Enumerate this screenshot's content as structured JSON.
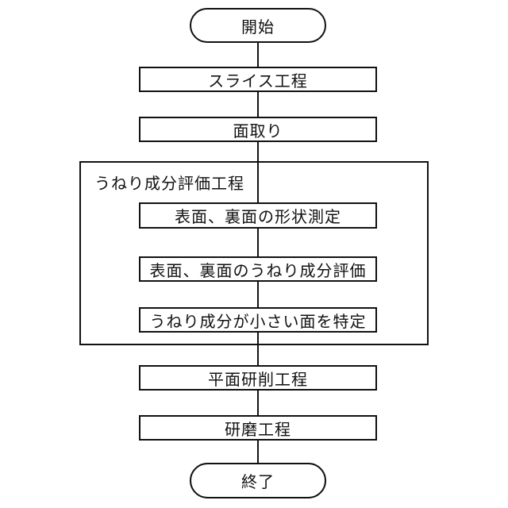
{
  "flowchart": {
    "title": "wafer-processing-flowchart",
    "colors": {
      "background": "#ffffff",
      "line": "#111111",
      "text": "#111111"
    },
    "nodes": {
      "start": {
        "type": "terminal",
        "label": "開始"
      },
      "slice": {
        "type": "process",
        "label": "スライス工程"
      },
      "chamfer": {
        "type": "process",
        "label": "面取り"
      },
      "group": {
        "type": "group",
        "label": "うねり成分評価工程"
      },
      "measure": {
        "type": "process",
        "label": "表面、裏面の形状測定"
      },
      "waviness": {
        "type": "process",
        "label": "表面、裏面のうねり成分評価"
      },
      "identify": {
        "type": "process",
        "label": "うねり成分が小さい面を特定"
      },
      "grinding": {
        "type": "process",
        "label": "平面研削工程"
      },
      "polishing": {
        "type": "process",
        "label": "研磨工程"
      },
      "end": {
        "type": "terminal",
        "label": "終了"
      }
    },
    "edges": [
      {
        "from": "start",
        "to": "slice"
      },
      {
        "from": "slice",
        "to": "chamfer"
      },
      {
        "from": "chamfer",
        "to": "measure"
      },
      {
        "from": "measure",
        "to": "waviness"
      },
      {
        "from": "waviness",
        "to": "identify"
      },
      {
        "from": "identify",
        "to": "grinding"
      },
      {
        "from": "grinding",
        "to": "polishing"
      },
      {
        "from": "polishing",
        "to": "end"
      }
    ]
  }
}
